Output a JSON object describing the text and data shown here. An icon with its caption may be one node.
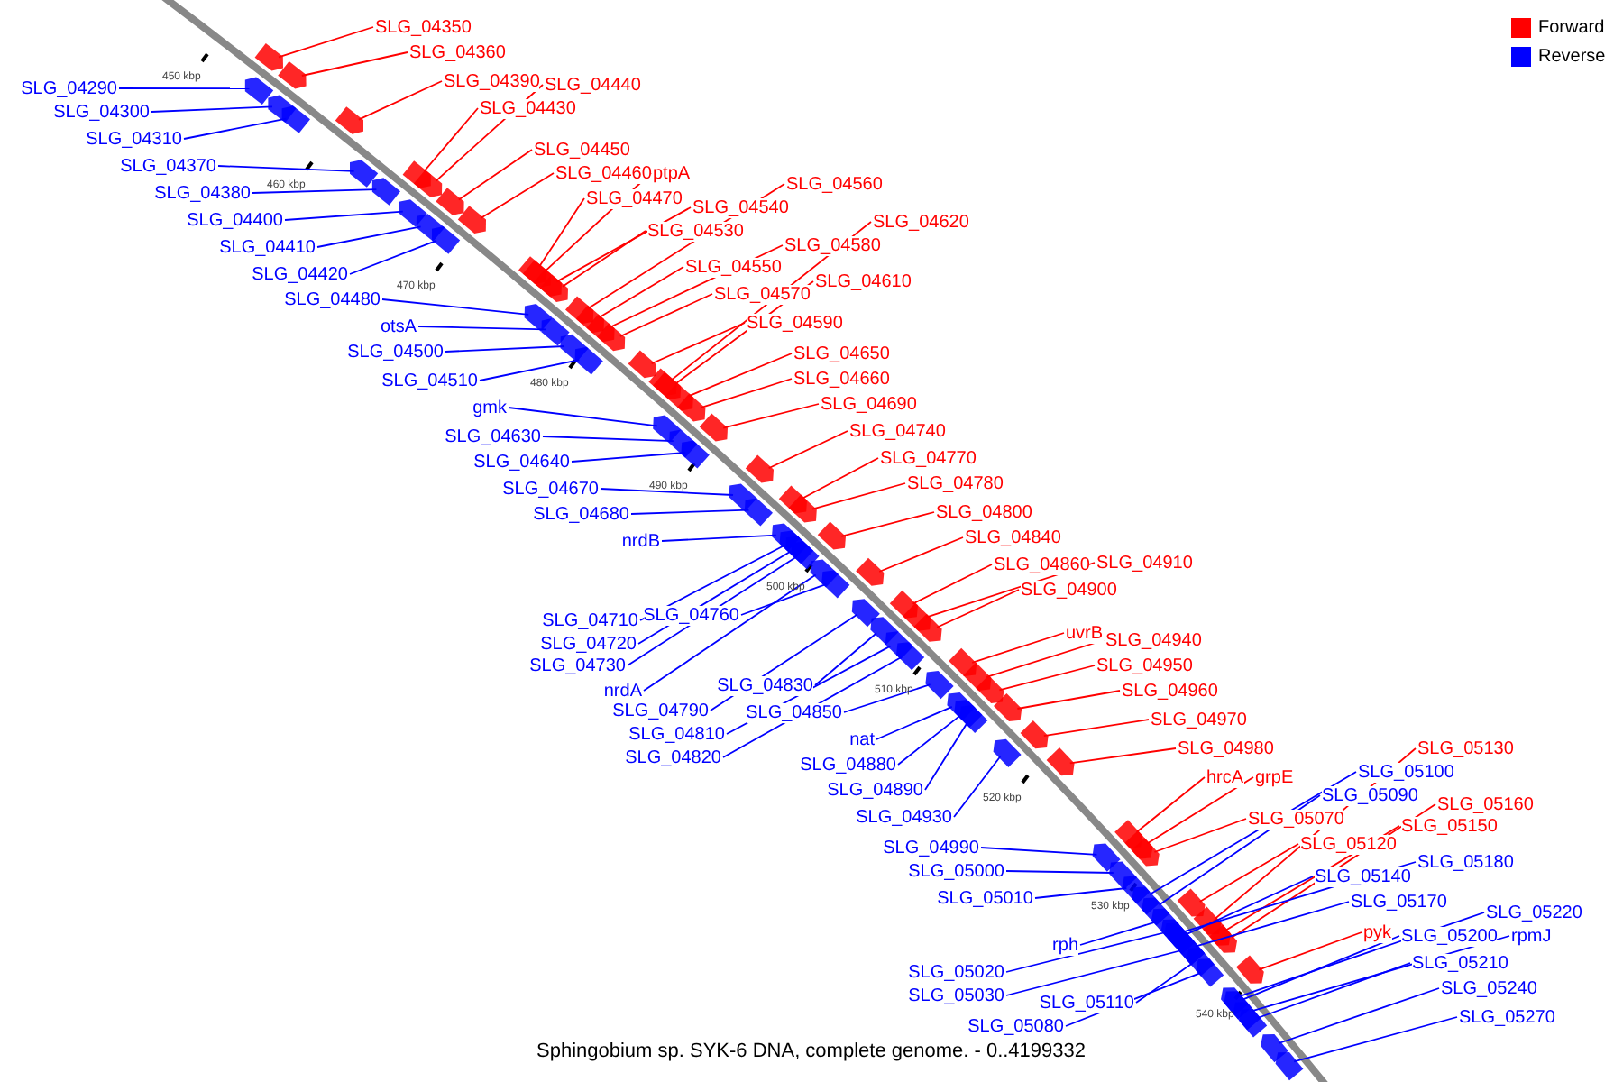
{
  "diagram": {
    "caption": "Sphingobium sp. SYK-6 DNA, complete genome. - 0..4199332",
    "nodes": [
      {
        "text": [
          "SLG_04350"
        ]
      },
      {
        "text": [
          "SLG_04360"
        ]
      },
      {
        "text": [
          "SLG_04390"
        ]
      },
      {
        "text": [
          "SLG_04440"
        ]
      },
      {
        "text": [
          "SLG_04430"
        ]
      },
      {
        "text": [
          "SLG_04450"
        ]
      },
      {
        "text": [
          "SLG_04460"
        ]
      },
      {
        "text": [
          "ptpA"
        ]
      },
      {
        "text": [
          "SLG_04470"
        ]
      },
      {
        "text": [
          "SLG_04540"
        ]
      },
      {
        "text": [
          "SLG_04560"
        ]
      },
      {
        "text": [
          "SLG_04530"
        ]
      },
      {
        "text": [
          "SLG_04580"
        ]
      },
      {
        "text": [
          "SLG_04620"
        ]
      },
      {
        "text": [
          "SLG_04550"
        ]
      },
      {
        "text": [
          "SLG_04570"
        ]
      },
      {
        "text": [
          "SLG_04610"
        ]
      },
      {
        "text": [
          "SLG_04590"
        ]
      },
      {
        "text": [
          "SLG_04650"
        ]
      },
      {
        "text": [
          "SLG_04660"
        ]
      },
      {
        "text": [
          "SLG_04690"
        ]
      },
      {
        "text": [
          "SLG_04740"
        ]
      },
      {
        "text": [
          "SLG_04770"
        ]
      },
      {
        "text": [
          "SLG_04780"
        ]
      },
      {
        "text": [
          "SLG_04800"
        ]
      },
      {
        "text": [
          "SLG_04840"
        ]
      },
      {
        "text": [
          "SLG_04860"
        ]
      },
      {
        "text": [
          "SLG_04910"
        ]
      },
      {
        "text": [
          "SLG_04900"
        ]
      },
      {
        "text": [
          "uvrB"
        ]
      },
      {
        "text": [
          "SLG_04940"
        ]
      },
      {
        "text": [
          "SLG_04950"
        ]
      },
      {
        "text": [
          "SLG_04960"
        ]
      },
      {
        "text": [
          "SLG_04970"
        ]
      },
      {
        "text": [
          "SLG_04980"
        ]
      },
      {
        "text": [
          "hrcA"
        ]
      },
      {
        "text": [
          "grpE"
        ]
      },
      {
        "text": [
          "SLG_05130"
        ]
      },
      {
        "text": [
          "SLG_05070"
        ]
      },
      {
        "text": [
          "SLG_05120"
        ]
      },
      {
        "text": [
          "SLG_05160"
        ]
      },
      {
        "text": [
          "SLG_05150"
        ]
      },
      {
        "text": [
          "pyk"
        ]
      },
      {
        "text": [
          "SLG_04290"
        ]
      },
      {
        "text": [
          "SLG_04300"
        ]
      },
      {
        "text": [
          "SLG_04310"
        ]
      },
      {
        "text": [
          "SLG_04370"
        ]
      },
      {
        "text": [
          "SLG_04380"
        ]
      },
      {
        "text": [
          "SLG_04400"
        ]
      },
      {
        "text": [
          "SLG_04410"
        ]
      },
      {
        "text": [
          "SLG_04420"
        ]
      },
      {
        "text": [
          "SLG_04480"
        ]
      },
      {
        "text": [
          "otsA"
        ]
      },
      {
        "text": [
          "SLG_04500"
        ]
      },
      {
        "text": [
          "SLG_04510"
        ]
      },
      {
        "text": [
          "gmk"
        ]
      },
      {
        "text": [
          "SLG_04630"
        ]
      },
      {
        "text": [
          "SLG_04640"
        ]
      },
      {
        "text": [
          "SLG_04670"
        ]
      },
      {
        "text": [
          "SLG_04680"
        ]
      },
      {
        "text": [
          "nrdB"
        ]
      },
      {
        "text": [
          "SLG_04710"
        ]
      },
      {
        "text": [
          "SLG_04760"
        ]
      },
      {
        "text": [
          "SLG_04720"
        ]
      },
      {
        "text": [
          "SLG_04730"
        ]
      },
      {
        "text": [
          "nrdA"
        ]
      },
      {
        "text": [
          "SLG_04790"
        ]
      },
      {
        "text": [
          "SLG_04830"
        ]
      },
      {
        "text": [
          "SLG_04810"
        ]
      },
      {
        "text": [
          "SLG_04850"
        ]
      },
      {
        "text": [
          "SLG_04820"
        ]
      },
      {
        "text": [
          "nat"
        ]
      },
      {
        "text": [
          "SLG_04880"
        ]
      },
      {
        "text": [
          "SLG_04890"
        ]
      },
      {
        "text": [
          "SLG_04930"
        ]
      },
      {
        "text": [
          "SLG_04990"
        ]
      },
      {
        "text": [
          "SLG_05000"
        ]
      },
      {
        "text": [
          "SLG_05010"
        ]
      },
      {
        "text": [
          "SLG_05100"
        ]
      },
      {
        "text": [
          "SLG_05090"
        ]
      },
      {
        "text": [
          "SLG_05180"
        ]
      },
      {
        "text": [
          "SLG_05140"
        ]
      },
      {
        "text": [
          "SLG_05170"
        ]
      },
      {
        "text": [
          "SLG_05220"
        ]
      },
      {
        "text": [
          "rpmJ"
        ]
      },
      {
        "text": [
          "SLG_05200"
        ]
      },
      {
        "text": [
          "SLG_05210"
        ]
      },
      {
        "text": [
          "SLG_05240"
        ]
      },
      {
        "text": [
          "SLG_05270"
        ]
      },
      {
        "text": [
          "SLG_05020"
        ]
      },
      {
        "text": [
          "rph"
        ]
      },
      {
        "text": [
          "SLG_05030"
        ]
      },
      {
        "text": [
          "SLG_05110"
        ]
      },
      {
        "text": [
          "SLG_05080"
        ]
      },
      {
        "text": [],
        "shape": "arrow"
      },
      {
        "text": [],
        "shape": "arrow"
      },
      {
        "text": [],
        "shape": "arrow"
      },
      {
        "text": [],
        "shape": "arrow"
      },
      {
        "text": [],
        "shape": "arrow"
      },
      {
        "text": [],
        "shape": "arrow"
      },
      {
        "text": [],
        "shape": "arrow"
      },
      {
        "text": [],
        "shape": "arrow"
      },
      {
        "text": [],
        "shape": "arrow"
      },
      {
        "text": [],
        "shape": "arrow"
      },
      {
        "text": [],
        "shape": "arrow"
      },
      {
        "text": [],
        "shape": "arrow"
      },
      {
        "text": [],
        "shape": "arrow"
      },
      {
        "text": [],
        "shape": "arrow"
      },
      {
        "text": [],
        "shape": "arrow"
      },
      {
        "text": [],
        "shape": "arrow"
      },
      {
        "text": [],
        "shape": "arrow"
      },
      {
        "text": [],
        "shape": "arrow"
      },
      {
        "text": [],
        "shape": "arrow"
      },
      {
        "text": [],
        "shape": "arrow"
      },
      {
        "text": [],
        "shape": "arrow"
      },
      {
        "text": [],
        "shape": "arrow"
      },
      {
        "text": [],
        "shape": "arrow"
      },
      {
        "text": [],
        "shape": "arrow"
      },
      {
        "text": [],
        "shape": "arrow"
      },
      {
        "text": [],
        "shape": "arrow"
      },
      {
        "text": [],
        "shape": "arrow"
      },
      {
        "text": [],
        "shape": "arrow"
      },
      {
        "text": [],
        "shape": "arrow"
      },
      {
        "text": [],
        "shape": "arrow"
      },
      {
        "text": [],
        "shape": "arrow"
      },
      {
        "text": [],
        "shape": "arrow"
      },
      {
        "text": [],
        "shape": "arrow"
      },
      {
        "text": [],
        "shape": "arrow"
      },
      {
        "text": [],
        "shape": "arrow"
      },
      {
        "text": [],
        "shape": "arrow"
      },
      {
        "text": [],
        "shape": "arrow"
      },
      {
        "text": [],
        "shape": "arrow"
      },
      {
        "text": [],
        "shape": "arrow"
      },
      {
        "text": [],
        "shape": "arrow"
      },
      {
        "text": [],
        "shape": "arrow"
      },
      {
        "text": [],
        "shape": "arrow"
      },
      {
        "text": [],
        "shape": "arrow"
      },
      {
        "text": [],
        "shape": "arrow"
      },
      {
        "text": [],
        "shape": "arrow"
      },
      {
        "text": [],
        "shape": "arrow"
      },
      {
        "text": [],
        "shape": "arrow"
      },
      {
        "text": [],
        "shape": "arrow"
      },
      {
        "text": [],
        "shape": "arrow"
      },
      {
        "text": [],
        "shape": "arrow"
      },
      {
        "text": [],
        "shape": "arrow"
      },
      {
        "text": [],
        "shape": "arrow"
      },
      {
        "text": [],
        "shape": "arrow"
      },
      {
        "text": [],
        "shape": "arrow"
      },
      {
        "text": [],
        "shape": "arrow"
      },
      {
        "text": [],
        "shape": "arrow"
      },
      {
        "text": [],
        "shape": "arrow"
      },
      {
        "text": [],
        "shape": "arrow"
      },
      {
        "text": [],
        "shape": "arrow"
      },
      {
        "text": [],
        "shape": "arrow"
      },
      {
        "text": [],
        "shape": "arrow"
      },
      {
        "text": [],
        "shape": "arrow"
      },
      {
        "text": [],
        "shape": "arrow"
      },
      {
        "text": [],
        "shape": "arrow"
      },
      {
        "text": [],
        "shape": "arrow"
      },
      {
        "text": [],
        "shape": "arrow"
      },
      {
        "text": [],
        "shape": "arrow"
      },
      {
        "text": [],
        "shape": "arrow"
      },
      {
        "text": [],
        "shape": "arrow"
      },
      {
        "text": [],
        "shape": "arrow"
      },
      {
        "text": [],
        "shape": "arrow"
      },
      {
        "text": [],
        "shape": "arrow"
      },
      {
        "text": [],
        "shape": "arrow"
      },
      {
        "text": [],
        "shape": "arrow"
      },
      {
        "text": [],
        "shape": "arrow"
      },
      {
        "text": [],
        "shape": "arrow"
      },
      {
        "text": [],
        "shape": "arrow"
      },
      {
        "text": [],
        "shape": "arrow"
      },
      {
        "text": [],
        "shape": "arrow"
      },
      {
        "text": [],
        "shape": "arrow"
      },
      {
        "text": [],
        "shape": "arrow"
      },
      {
        "text": [],
        "shape": "arrow"
      },
      {
        "text": [],
        "shape": "arrow"
      },
      {
        "text": [],
        "shape": "arrow"
      },
      {
        "text": [],
        "shape": "arrow"
      },
      {
        "text": [],
        "shape": "arrow"
      },
      {
        "text": [],
        "shape": "arrow"
      },
      {
        "text": [],
        "shape": "arrow"
      },
      {
        "text": [],
        "shape": "arrow"
      },
      {
        "text": [],
        "shape": "arrow"
      },
      {
        "text": [],
        "shape": "arrow"
      },
      {
        "text": [],
        "shape": "arrow"
      },
      {
        "text": [],
        "shape": "arrow"
      },
      {
        "text": [],
        "shape": "arrow"
      }
    ],
    "edges": [
      {
        "from": 0,
        "to": 94,
        "arrow": "none",
        "color": "#ff0000"
      },
      {
        "from": 1,
        "to": 95,
        "arrow": "none",
        "color": "#ff0000"
      },
      {
        "from": 2,
        "to": 96,
        "arrow": "none",
        "color": "#ff0000"
      },
      {
        "from": 3,
        "to": 97,
        "arrow": "none",
        "color": "#ff0000"
      },
      {
        "from": 4,
        "to": 98,
        "arrow": "none",
        "color": "#ff0000"
      },
      {
        "from": 5,
        "to": 99,
        "arrow": "none",
        "color": "#ff0000"
      },
      {
        "from": 6,
        "to": 100,
        "arrow": "none",
        "color": "#ff0000"
      },
      {
        "from": 7,
        "to": 101,
        "arrow": "none",
        "color": "#ff0000"
      },
      {
        "from": 8,
        "to": 102,
        "arrow": "none",
        "color": "#ff0000"
      },
      {
        "from": 9,
        "to": 103,
        "arrow": "none",
        "color": "#ff0000"
      },
      {
        "from": 10,
        "to": 104,
        "arrow": "none",
        "color": "#ff0000"
      },
      {
        "from": 11,
        "to": 105,
        "arrow": "none",
        "color": "#ff0000"
      },
      {
        "from": 12,
        "to": 106,
        "arrow": "none",
        "color": "#ff0000"
      },
      {
        "from": 13,
        "to": 107,
        "arrow": "none",
        "color": "#ff0000"
      },
      {
        "from": 14,
        "to": 108,
        "arrow": "none",
        "color": "#ff0000"
      },
      {
        "from": 15,
        "to": 109,
        "arrow": "none",
        "color": "#ff0000"
      },
      {
        "from": 16,
        "to": 110,
        "arrow": "none",
        "color": "#ff0000"
      },
      {
        "from": 17,
        "to": 111,
        "arrow": "none",
        "color": "#ff0000"
      },
      {
        "from": 18,
        "to": 112,
        "arrow": "none",
        "color": "#ff0000"
      },
      {
        "from": 19,
        "to": 113,
        "arrow": "none",
        "color": "#ff0000"
      },
      {
        "from": 20,
        "to": 114,
        "arrow": "none",
        "color": "#ff0000"
      },
      {
        "from": 21,
        "to": 115,
        "arrow": "none",
        "color": "#ff0000"
      },
      {
        "from": 22,
        "to": 116,
        "arrow": "none",
        "color": "#ff0000"
      },
      {
        "from": 23,
        "to": 117,
        "arrow": "none",
        "color": "#ff0000"
      },
      {
        "from": 24,
        "to": 118,
        "arrow": "none",
        "color": "#ff0000"
      },
      {
        "from": 25,
        "to": 119,
        "arrow": "none",
        "color": "#ff0000"
      },
      {
        "from": 26,
        "to": 120,
        "arrow": "none",
        "color": "#ff0000"
      },
      {
        "from": 27,
        "to": 121,
        "arrow": "none",
        "color": "#ff0000"
      },
      {
        "from": 28,
        "to": 122,
        "arrow": "none",
        "color": "#ff0000"
      },
      {
        "from": 29,
        "to": 123,
        "arrow": "none",
        "color": "#ff0000"
      },
      {
        "from": 30,
        "to": 124,
        "arrow": "none",
        "color": "#ff0000"
      },
      {
        "from": 31,
        "to": 125,
        "arrow": "none",
        "color": "#ff0000"
      },
      {
        "from": 32,
        "to": 126,
        "arrow": "none",
        "color": "#ff0000"
      },
      {
        "from": 33,
        "to": 127,
        "arrow": "none",
        "color": "#ff0000"
      },
      {
        "from": 34,
        "to": 128,
        "arrow": "none",
        "color": "#ff0000"
      },
      {
        "from": 35,
        "to": 129,
        "arrow": "none",
        "color": "#ff0000"
      },
      {
        "from": 36,
        "to": 130,
        "arrow": "none",
        "color": "#ff0000"
      },
      {
        "from": 37,
        "to": 131,
        "arrow": "none",
        "color": "#ff0000"
      },
      {
        "from": 38,
        "to": 132,
        "arrow": "none",
        "color": "#ff0000"
      },
      {
        "from": 39,
        "to": 133,
        "arrow": "none",
        "color": "#ff0000"
      },
      {
        "from": 40,
        "to": 134,
        "arrow": "none",
        "color": "#ff0000"
      },
      {
        "from": 41,
        "to": 135,
        "arrow": "none",
        "color": "#ff0000"
      },
      {
        "from": 42,
        "to": 136,
        "arrow": "none",
        "color": "#ff0000"
      },
      {
        "from": 43,
        "to": 137,
        "arrow": "none",
        "color": "#0000ff"
      },
      {
        "from": 44,
        "to": 138,
        "arrow": "none",
        "color": "#0000ff"
      },
      {
        "from": 45,
        "to": 139,
        "arrow": "none",
        "color": "#0000ff"
      },
      {
        "from": 46,
        "to": 140,
        "arrow": "none",
        "color": "#0000ff"
      },
      {
        "from": 47,
        "to": 141,
        "arrow": "none",
        "color": "#0000ff"
      },
      {
        "from": 48,
        "to": 142,
        "arrow": "none",
        "color": "#0000ff"
      },
      {
        "from": 49,
        "to": 143,
        "arrow": "none",
        "color": "#0000ff"
      },
      {
        "from": 50,
        "to": 144,
        "arrow": "none",
        "color": "#0000ff"
      },
      {
        "from": 51,
        "to": 145,
        "arrow": "none",
        "color": "#0000ff"
      },
      {
        "from": 52,
        "to": 146,
        "arrow": "none",
        "color": "#0000ff"
      },
      {
        "from": 53,
        "to": 147,
        "arrow": "none",
        "color": "#0000ff"
      },
      {
        "from": 54,
        "to": 148,
        "arrow": "none",
        "color": "#0000ff"
      },
      {
        "from": 55,
        "to": 149,
        "arrow": "none",
        "color": "#0000ff"
      },
      {
        "from": 56,
        "to": 150,
        "arrow": "none",
        "color": "#0000ff"
      },
      {
        "from": 57,
        "to": 151,
        "arrow": "none",
        "color": "#0000ff"
      },
      {
        "from": 58,
        "to": 152,
        "arrow": "none",
        "color": "#0000ff"
      },
      {
        "from": 59,
        "to": 153,
        "arrow": "none",
        "color": "#0000ff"
      },
      {
        "from": 60,
        "to": 154,
        "arrow": "none",
        "color": "#0000ff"
      },
      {
        "from": 61,
        "to": 155,
        "arrow": "none",
        "color": "#0000ff"
      },
      {
        "from": 62,
        "to": 156,
        "arrow": "none",
        "color": "#0000ff"
      },
      {
        "from": 63,
        "to": 157,
        "arrow": "none",
        "color": "#0000ff"
      },
      {
        "from": 64,
        "to": 158,
        "arrow": "none",
        "color": "#0000ff"
      },
      {
        "from": 65,
        "to": 159,
        "arrow": "none",
        "color": "#0000ff"
      },
      {
        "from": 66,
        "to": 160,
        "arrow": "none",
        "color": "#0000ff"
      },
      {
        "from": 67,
        "to": 161,
        "arrow": "none",
        "color": "#0000ff"
      },
      {
        "from": 68,
        "to": 162,
        "arrow": "none",
        "color": "#0000ff"
      },
      {
        "from": 69,
        "to": 163,
        "arrow": "none",
        "color": "#0000ff"
      },
      {
        "from": 70,
        "to": 164,
        "arrow": "none",
        "color": "#0000ff"
      },
      {
        "from": 71,
        "to": 165,
        "arrow": "none",
        "color": "#0000ff"
      },
      {
        "from": 72,
        "to": 166,
        "arrow": "none",
        "color": "#0000ff"
      },
      {
        "from": 73,
        "to": 167,
        "arrow": "none",
        "color": "#0000ff"
      },
      {
        "from": 74,
        "to": 168,
        "arrow": "none",
        "color": "#0000ff"
      },
      {
        "from": 75,
        "to": 169,
        "arrow": "none",
        "color": "#0000ff"
      },
      {
        "from": 76,
        "to": 170,
        "arrow": "none",
        "color": "#0000ff"
      },
      {
        "from": 77,
        "to": 171,
        "arrow": "none",
        "color": "#0000ff"
      },
      {
        "from": 78,
        "to": 172,
        "arrow": "none",
        "color": "#0000ff"
      },
      {
        "from": 79,
        "to": 173,
        "arrow": "none",
        "color": "#0000ff"
      },
      {
        "from": 80,
        "to": 174,
        "arrow": "none",
        "color": "#0000ff"
      },
      {
        "from": 81,
        "to": 175,
        "arrow": "none",
        "color": "#0000ff"
      },
      {
        "from": 82,
        "to": 176,
        "arrow": "none",
        "color": "#0000ff"
      },
      {
        "from": 83,
        "to": 177,
        "arrow": "none",
        "color": "#0000ff"
      },
      {
        "from": 84,
        "to": 178,
        "arrow": "none",
        "color": "#0000ff"
      },
      {
        "from": 85,
        "to": 179,
        "arrow": "none",
        "color": "#0000ff"
      },
      {
        "from": 86,
        "to": 180,
        "arrow": "none",
        "color": "#0000ff"
      },
      {
        "from": 87,
        "to": 181,
        "arrow": "none",
        "color": "#0000ff"
      },
      {
        "from": 88,
        "to": 182,
        "arrow": "none",
        "color": "#0000ff"
      },
      {
        "from": 89,
        "to": 183,
        "arrow": "none",
        "color": "#0000ff"
      },
      {
        "from": 90,
        "to": 184,
        "arrow": "none",
        "color": "#0000ff"
      },
      {
        "from": 91,
        "to": 185,
        "arrow": "none",
        "color": "#0000ff"
      },
      {
        "from": 92,
        "to": 186,
        "arrow": "none",
        "color": "#0000ff"
      },
      {
        "from": 93,
        "to": 187,
        "arrow": "none",
        "color": "#0000ff"
      }
    ],
    "labels": [
      "450 kbp",
      "460 kbp",
      "470 kbp",
      "480 kbp",
      "490 kbp",
      "500 kbp",
      "510 kbp",
      "520 kbp",
      "530 kbp",
      "540 kbp"
    ],
    "legend": [
      {
        "text": "Forward",
        "color": "#ff0000"
      },
      {
        "text": "Reverse",
        "color": "#0000ff"
      }
    ]
  }
}
